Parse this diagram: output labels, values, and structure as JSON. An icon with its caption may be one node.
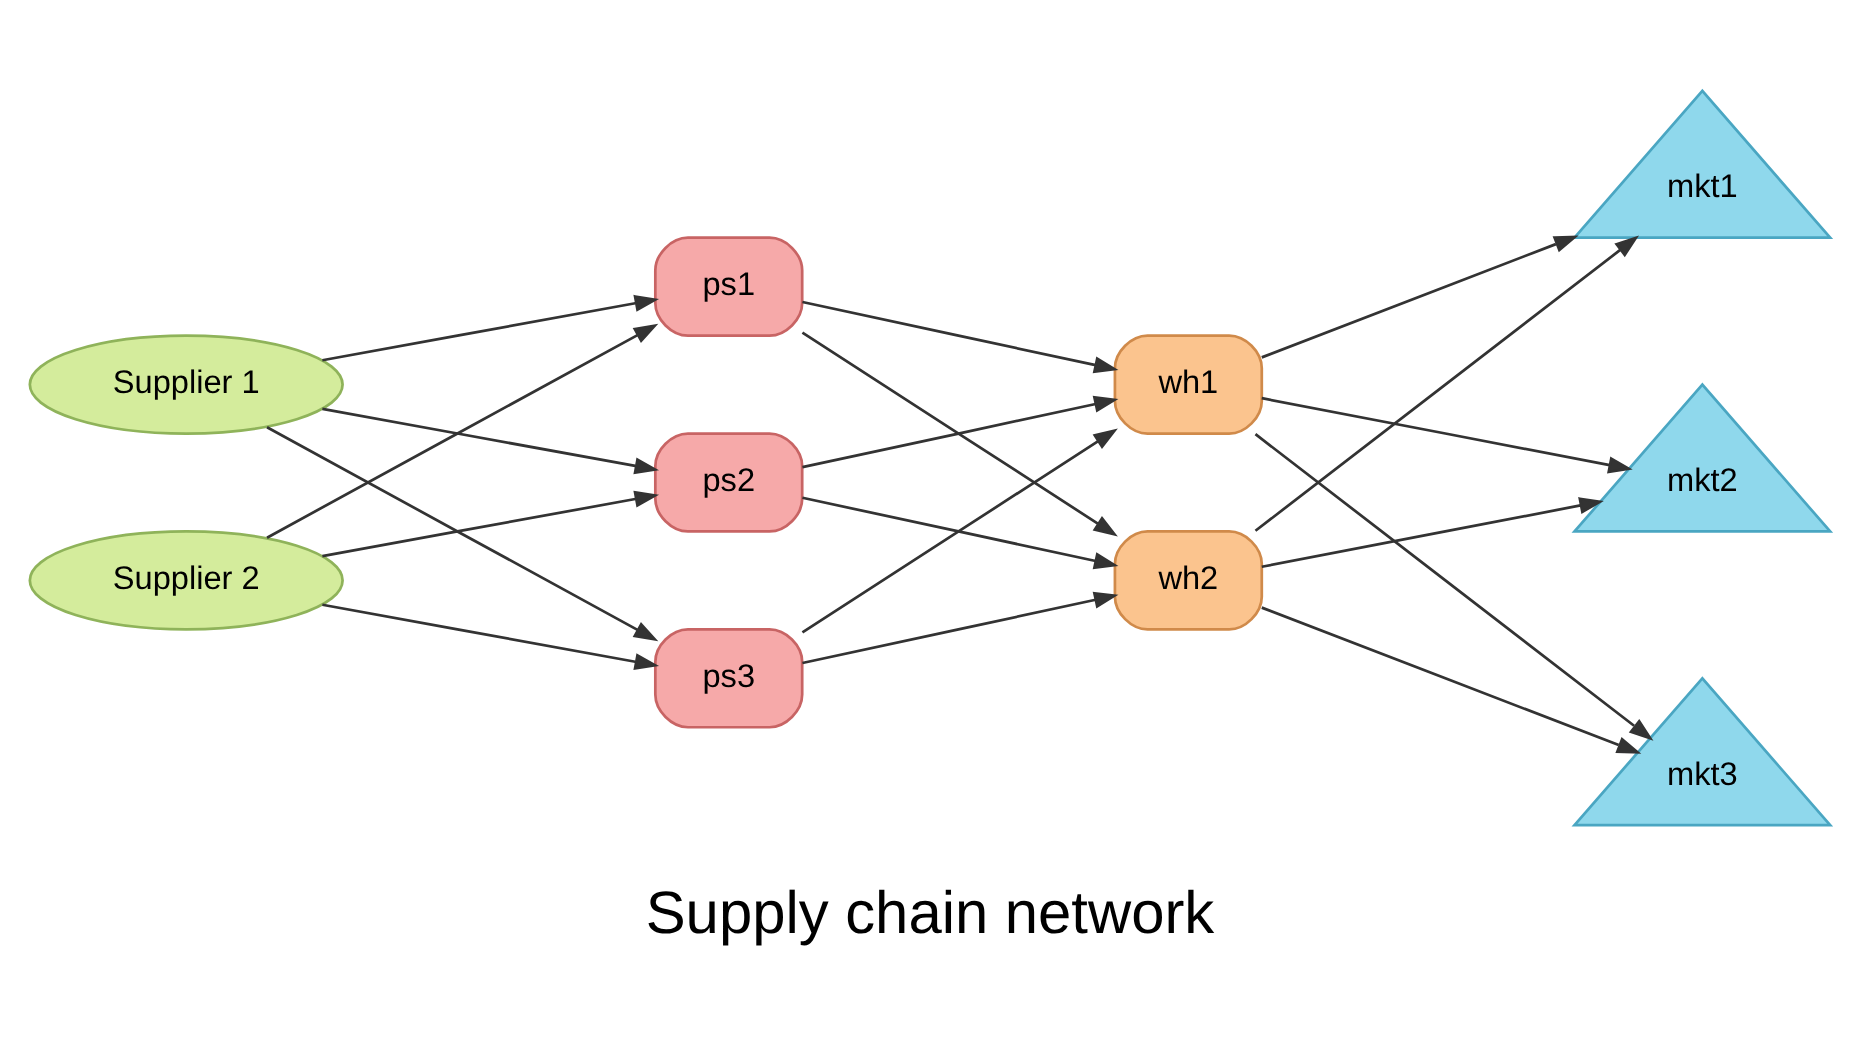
{
  "diagram": {
    "caption": "Supply chain network",
    "nodes": [
      {
        "text": [
          "Supplier 1"
        ]
      },
      {
        "text": [
          "Supplier 2"
        ]
      },
      {
        "text": [
          "ps1"
        ]
      },
      {
        "text": [
          "ps2"
        ]
      },
      {
        "text": [
          "ps3"
        ]
      },
      {
        "text": [
          "wh1"
        ]
      },
      {
        "text": [
          "wh2"
        ]
      },
      {
        "text": [
          "mkt1"
        ]
      },
      {
        "text": [
          "mkt2"
        ]
      },
      {
        "text": [
          "mkt3"
        ]
      }
    ],
    "edges": [
      {
        "from": 0,
        "to": 2,
        "arrow": "to"
      },
      {
        "from": 0,
        "to": 3,
        "arrow": "to"
      },
      {
        "from": 0,
        "to": 4,
        "arrow": "to"
      },
      {
        "from": 1,
        "to": 2,
        "arrow": "to"
      },
      {
        "from": 1,
        "to": 3,
        "arrow": "to"
      },
      {
        "from": 1,
        "to": 4,
        "arrow": "to"
      },
      {
        "from": 2,
        "to": 5,
        "arrow": "to"
      },
      {
        "from": 2,
        "to": 6,
        "arrow": "to"
      },
      {
        "from": 3,
        "to": 5,
        "arrow": "to"
      },
      {
        "from": 3,
        "to": 6,
        "arrow": "to"
      },
      {
        "from": 4,
        "to": 5,
        "arrow": "to"
      },
      {
        "from": 4,
        "to": 6,
        "arrow": "to"
      },
      {
        "from": 5,
        "to": 7,
        "arrow": "to"
      },
      {
        "from": 5,
        "to": 8,
        "arrow": "to"
      },
      {
        "from": 5,
        "to": 9,
        "arrow": "to"
      },
      {
        "from": 6,
        "to": 7,
        "arrow": "to"
      },
      {
        "from": 6,
        "to": 8,
        "arrow": "to"
      },
      {
        "from": 6,
        "to": 9,
        "arrow": "to"
      }
    ]
  }
}
